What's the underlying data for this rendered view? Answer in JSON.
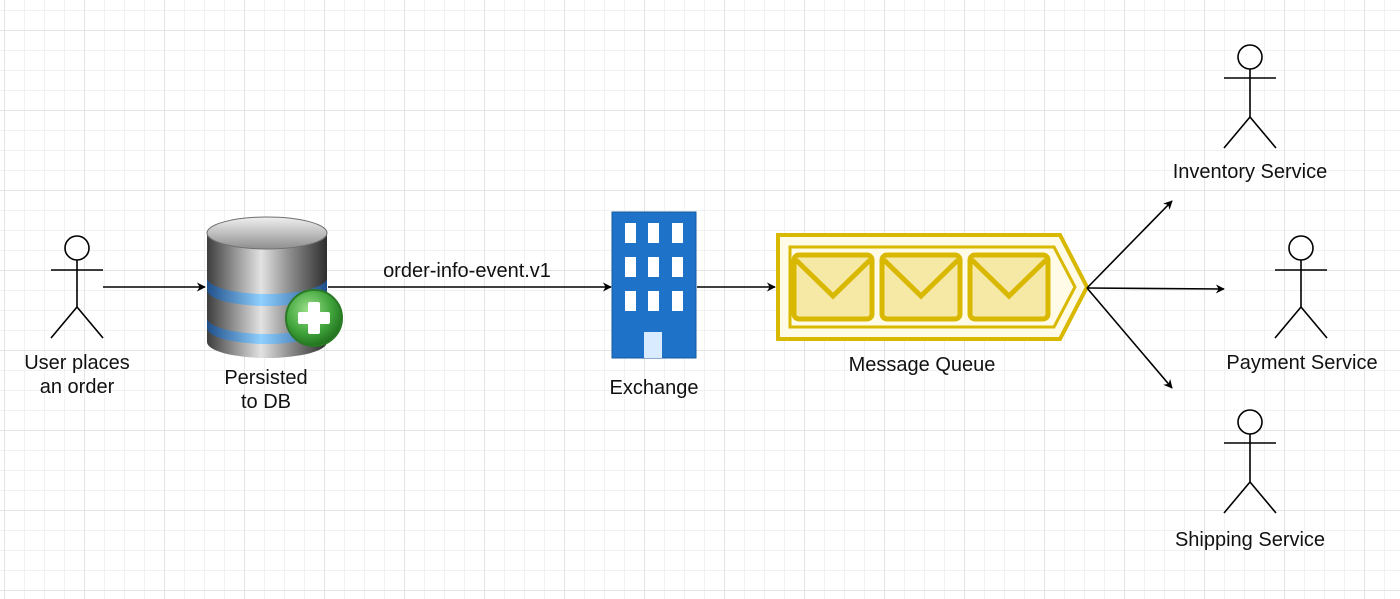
{
  "nodes": {
    "user": {
      "label_line1": "User places",
      "label_line2": "an order"
    },
    "database": {
      "label_line1": "Persisted",
      "label_line2": "to DB"
    },
    "exchange": {
      "label": "Exchange"
    },
    "queue": {
      "label": "Message Queue",
      "message_count": 3,
      "color": "#d8b800"
    },
    "inventory": {
      "label": "Inventory Service"
    },
    "payment": {
      "label": "Payment Service"
    },
    "shipping": {
      "label": "Shipping Service"
    }
  },
  "edges": {
    "db_to_exchange": {
      "label": "order-info-event.v1"
    }
  },
  "icons": {
    "user": "actor-icon",
    "database": "database-add-icon",
    "exchange": "building-icon",
    "queue": "envelope-icon",
    "service": "actor-icon"
  },
  "colors": {
    "exchange_blue": "#1e73c9",
    "add_green": "#3fa33a",
    "arrow": "#000000"
  }
}
